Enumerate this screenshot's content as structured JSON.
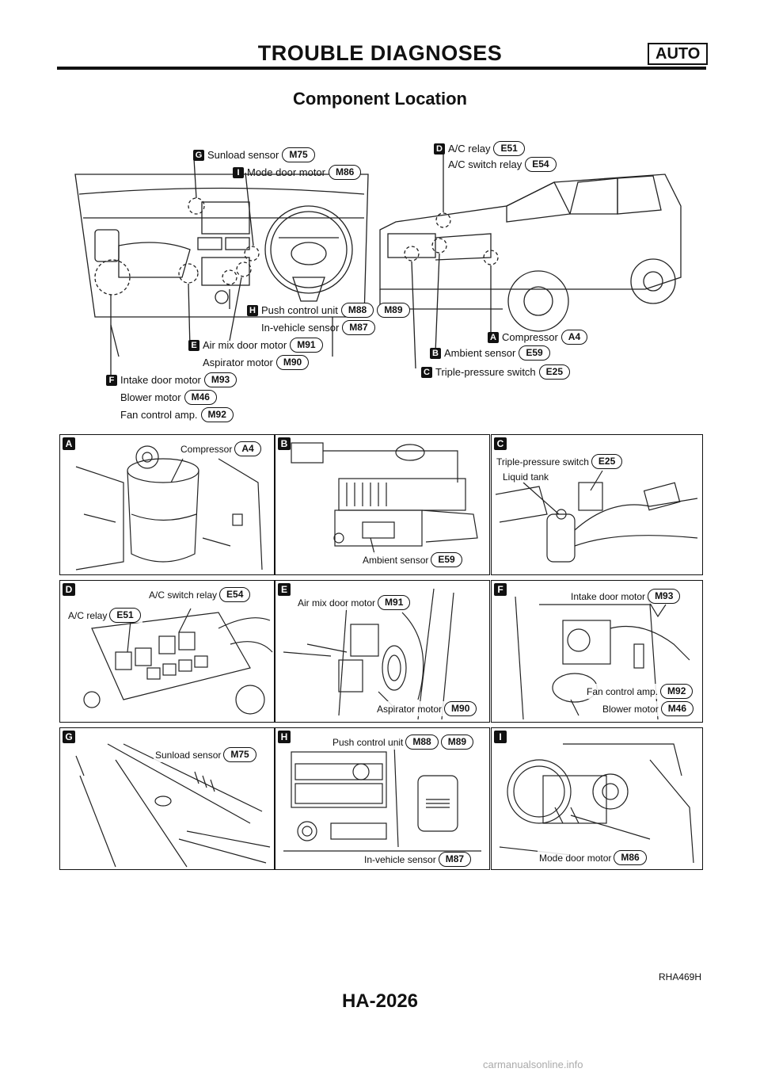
{
  "header": {
    "title": "TROUBLE DIAGNOSES",
    "badge": "AUTO"
  },
  "section_title": "Component Location",
  "overview": {
    "labels": {
      "G": {
        "marker": "G",
        "text": "Sunload sensor",
        "codes": [
          "M75"
        ]
      },
      "I": {
        "marker": "I",
        "text": "Mode door motor",
        "codes": [
          "M86"
        ]
      },
      "D": {
        "marker": "D",
        "text": "A/C relay",
        "codes": [
          "E51"
        ]
      },
      "D2": {
        "text": "A/C switch relay",
        "codes": [
          "E54"
        ]
      },
      "H": {
        "marker": "H",
        "text": "Push control unit",
        "codes": [
          "M88",
          "M89"
        ]
      },
      "H2": {
        "text": "In-vehicle sensor",
        "codes": [
          "M87"
        ]
      },
      "E": {
        "marker": "E",
        "text": "Air mix door motor",
        "codes": [
          "M91"
        ]
      },
      "E2": {
        "text": "Aspirator motor",
        "codes": [
          "M90"
        ]
      },
      "F": {
        "marker": "F",
        "text": "Intake door motor",
        "codes": [
          "M93"
        ]
      },
      "F2": {
        "text": "Blower motor",
        "codes": [
          "M46"
        ]
      },
      "F3": {
        "text": "Fan control amp.",
        "codes": [
          "M92"
        ]
      },
      "A": {
        "marker": "A",
        "text": "Compressor",
        "codes": [
          "A4"
        ]
      },
      "B": {
        "marker": "B",
        "text": "Ambient sensor",
        "codes": [
          "E59"
        ]
      },
      "C": {
        "marker": "C",
        "text": "Triple-pressure switch",
        "codes": [
          "E25"
        ]
      }
    }
  },
  "details": {
    "A": {
      "marker": "A",
      "l1": {
        "text": "Compressor",
        "code": "A4"
      }
    },
    "B": {
      "marker": "B",
      "l1": {
        "text": "Ambient sensor",
        "code": "E59"
      }
    },
    "C": {
      "marker": "C",
      "l1": {
        "text": "Triple-pressure switch",
        "code": "E25"
      },
      "l2": {
        "text": "Liquid tank"
      }
    },
    "D": {
      "marker": "D",
      "l1": {
        "text": "A/C switch relay",
        "code": "E54"
      },
      "l2": {
        "text": "A/C relay",
        "code": "E51"
      }
    },
    "E": {
      "marker": "E",
      "l1": {
        "text": "Air mix door motor",
        "code": "M91"
      },
      "l2": {
        "text": "Aspirator motor",
        "code": "M90"
      }
    },
    "F": {
      "marker": "F",
      "l1": {
        "text": "Intake door motor",
        "code": "M93"
      },
      "l2": {
        "text": "Fan control amp.",
        "code": "M92"
      },
      "l3": {
        "text": "Blower motor",
        "code": "M46"
      }
    },
    "G": {
      "marker": "G",
      "l1": {
        "text": "Sunload sensor",
        "code": "M75"
      }
    },
    "H": {
      "marker": "H",
      "l1": {
        "text": "Push control unit",
        "codes": [
          "M88",
          "M89"
        ]
      },
      "l2": {
        "text": "In-vehicle sensor",
        "code": "M87"
      }
    },
    "I": {
      "marker": "I",
      "l1": {
        "text": "Mode door motor",
        "code": "M86"
      }
    }
  },
  "figure_code": "RHA469H",
  "page_number": "HA-2026",
  "watermark": "carmanualsonline.info"
}
